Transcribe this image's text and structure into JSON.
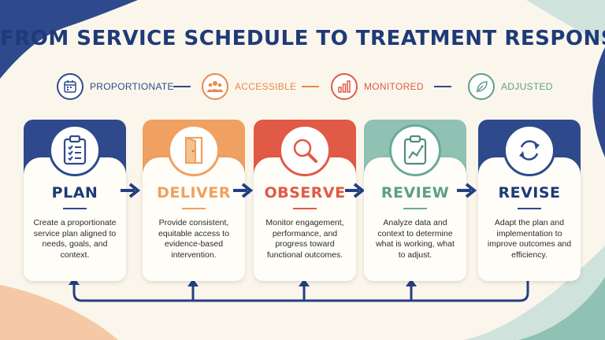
{
  "title": "FROM SERVICE SCHEDULE TO TREATMENT RESPONSE",
  "principles": [
    {
      "label": "PROPORTIONATE",
      "icon": "calendar-icon",
      "color": "#2e4a8c"
    },
    {
      "label": "ACCESSIBLE",
      "icon": "people-icon",
      "color": "#e88a4a"
    },
    {
      "label": "MONITORED",
      "icon": "bar-chart-icon",
      "color": "#e05a45"
    },
    {
      "label": "ADJUSTED",
      "icon": "leaf-icon",
      "color": "#5e9e8a"
    }
  ],
  "steps": [
    {
      "name": "PLAN",
      "icon": "clipboard-checklist-icon",
      "color": "#2e4a8c",
      "desc": "Create a proportionate service plan aligned to needs, goals, and context."
    },
    {
      "name": "DELIVER",
      "icon": "open-door-icon",
      "color": "#f0a060",
      "desc": "Provide consistent, equitable access to evidence-based intervention."
    },
    {
      "name": "OBSERVE",
      "icon": "magnifier-icon",
      "color": "#e05a45",
      "desc": "Monitor engagement, performance, and progress toward functional outcomes."
    },
    {
      "name": "REVIEW",
      "icon": "chart-clipboard-icon",
      "color": "#6aaa98",
      "desc": "Analyze data and context to determine what is working, what to adjust."
    },
    {
      "name": "REVISE",
      "icon": "cycle-arrows-icon",
      "color": "#2e4a8c",
      "desc": "Adapt the plan and implementation to improve outcomes and efficiency."
    }
  ]
}
